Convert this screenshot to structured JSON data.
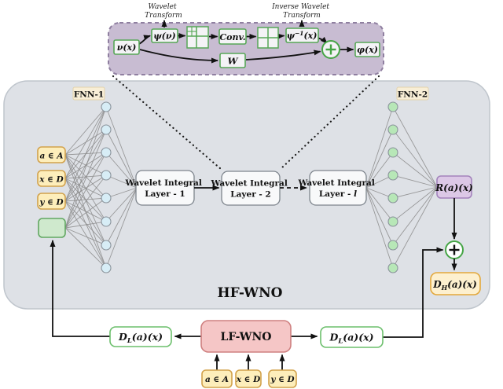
{
  "colors": {
    "panel_gray_fill": "#dee1e6",
    "panel_gray_border": "#bfc5cc",
    "wavelet_panel_fill": "#c8bcd2",
    "wavelet_panel_border": "#8f7fa0",
    "green_border": "#57a757",
    "green_fill": "#cfe9cd",
    "yellow_fill": "#fdeebb",
    "yellow_border": "#d2a24c",
    "pink_fill": "#f5c6c6",
    "pink_border": "#cf8080",
    "purple_fill": "#dcc8e6",
    "purple_border": "#a383bb",
    "cream_fill": "#fdf0cf",
    "cream_border": "#e3a83b",
    "node_cyan": "#d7edf6",
    "node_green": "#b7e7b7",
    "plus_green": "#46a546"
  },
  "wavelet_block": {
    "wt_label_line1": "Wavelet",
    "wt_label_line2": "Transform",
    "iwt_label_line1": "Inverse Wavelet",
    "iwt_label_line2": "Transform",
    "nu": "ν(x)",
    "psi": "ψ(ν)",
    "conv": "Conv.",
    "psi_inv": {
      "base": "ψ",
      "sup": "−1",
      "rest": "(x)"
    },
    "w": "W",
    "phi": "φ(x)"
  },
  "main": {
    "title": "HF-WNO",
    "fnn1_label": "FNN-1",
    "fnn2_label": "FNN-2",
    "input_a": "a ∈ A",
    "input_x": "x ∈ D",
    "input_y": "y ∈ D",
    "layer1_line1": "Wavelet Integral",
    "layer1_line2": "Layer - 1",
    "layer2_line1": "Wavelet Integral",
    "layer2_line2": "Layer - 2",
    "layer3_line1": "Wavelet Integral",
    "layer3_line2_prefix": "Layer - ",
    "layer3_line2_var": "l",
    "r_box": {
      "base": "R",
      "rest": "(a)(x)"
    },
    "dh_box": {
      "base": "D",
      "sub": "H",
      "rest": "(a)(x)"
    }
  },
  "bottom": {
    "lf_wno": "LF-WNO",
    "dl_left": {
      "base": "D",
      "sub": "L",
      "rest": "(a)(x)"
    },
    "dl_right": {
      "base": "D",
      "sub": "L",
      "rest": "(a)(x)"
    },
    "input_a": "a ∈ A",
    "input_x": "x ∈ D",
    "input_y": "y ∈ D"
  }
}
